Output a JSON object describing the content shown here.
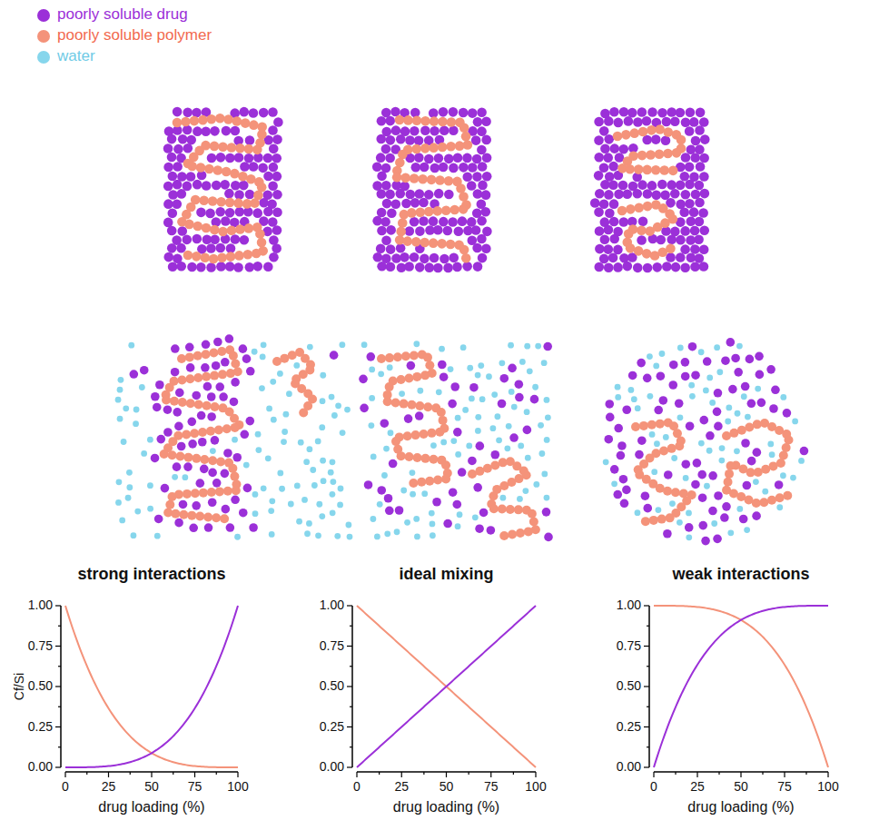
{
  "diagram": {
    "labels": [
      "strong interactions",
      "Cf/Si",
      "1.00",
      "0.75",
      "0.50",
      "0.25",
      "0.00",
      "0",
      "25",
      "50",
      "75",
      "100",
      "drug loading (%)",
      "ideal mixing",
      "1.00",
      "0.75",
      "0.50",
      "0.25",
      "0.00",
      "0",
      "25",
      "50",
      "75",
      "100",
      "drug loading (%)",
      "weak interactions",
      "1.00",
      "0.75",
      "0.50",
      "0.25",
      "0.00",
      "0",
      "25",
      "50",
      "75",
      "100",
      "drug loading (%)"
    ],
    "legend": [
      {
        "text": "poorly soluble drug",
        "color": "#9b30d8"
      },
      {
        "text": "poorly soluble polymer",
        "color": "#f4937a"
      },
      {
        "text": "water",
        "color": "#86d6ec"
      }
    ]
  }
}
